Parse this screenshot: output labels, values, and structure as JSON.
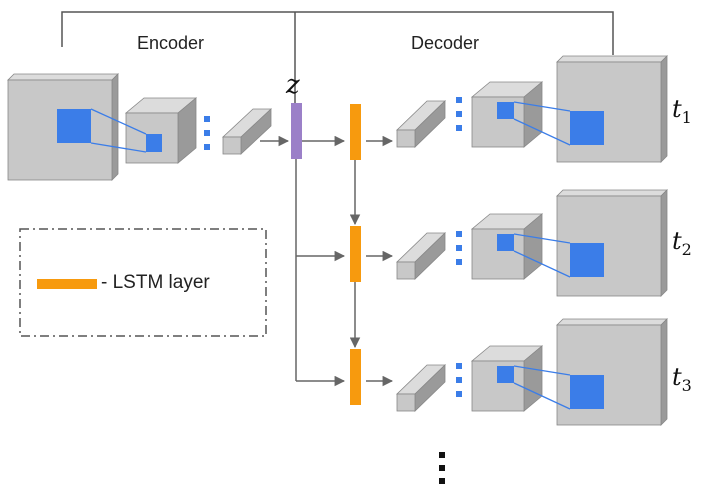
{
  "labels": {
    "encoder": "Encoder",
    "decoder": "Decoder",
    "latent": "z",
    "legend": "- LSTM layer",
    "steps": [
      {
        "var": "t",
        "sub": "1"
      },
      {
        "var": "t",
        "sub": "2"
      },
      {
        "var": "t",
        "sub": "3"
      }
    ],
    "continuation": "⋮"
  },
  "colors": {
    "block_front": "#c8c8c8",
    "block_top": "#dcdcdc",
    "block_side": "#9a9a9a",
    "kernel": "#3b7de8",
    "lstm": "#f79a0e",
    "latent": "#9b80c8",
    "arrow": "#666666",
    "legend_border": "#555555"
  }
}
